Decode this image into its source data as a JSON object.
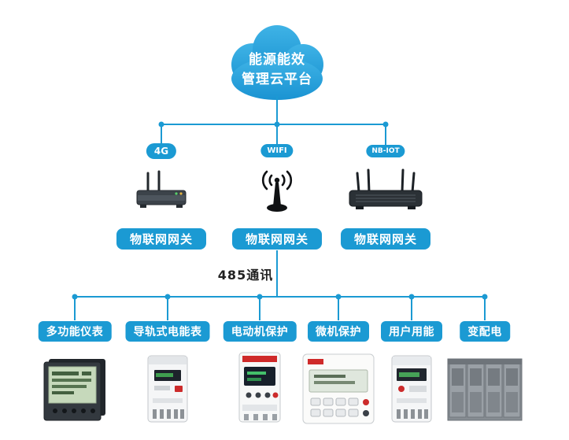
{
  "colors": {
    "primary_blue": "#1b9ad3",
    "cloud_top": "#3fb3e6",
    "cloud_bottom": "#1a93d2",
    "text_dark": "#222222",
    "white": "#ffffff"
  },
  "cloud": {
    "line1": "能源能效",
    "line2": "管理云平台"
  },
  "network_badges": [
    {
      "label": "4G"
    },
    {
      "label": "WIFI"
    },
    {
      "label": "NB-IOT"
    }
  ],
  "gateways": [
    {
      "label": "物联网网关",
      "icon": "router-2-antenna-icon"
    },
    {
      "label": "物联网网关",
      "icon": "wifi-antenna-icon"
    },
    {
      "label": "物联网网关",
      "icon": "router-4-antenna-icon"
    }
  ],
  "bus": {
    "label": "485通讯"
  },
  "devices": [
    {
      "label": "多功能仪表",
      "image": "multifunction-meter"
    },
    {
      "label": "导轨式电能表",
      "image": "din-rail-energy-meter"
    },
    {
      "label": "电动机保护",
      "image": "motor-protection-device"
    },
    {
      "label": "微机保护",
      "image": "microcomputer-protection-device"
    },
    {
      "label": "用户用能",
      "image": "user-energy-meter"
    },
    {
      "label": "变配电",
      "image": "distribution-cabinets"
    }
  ]
}
